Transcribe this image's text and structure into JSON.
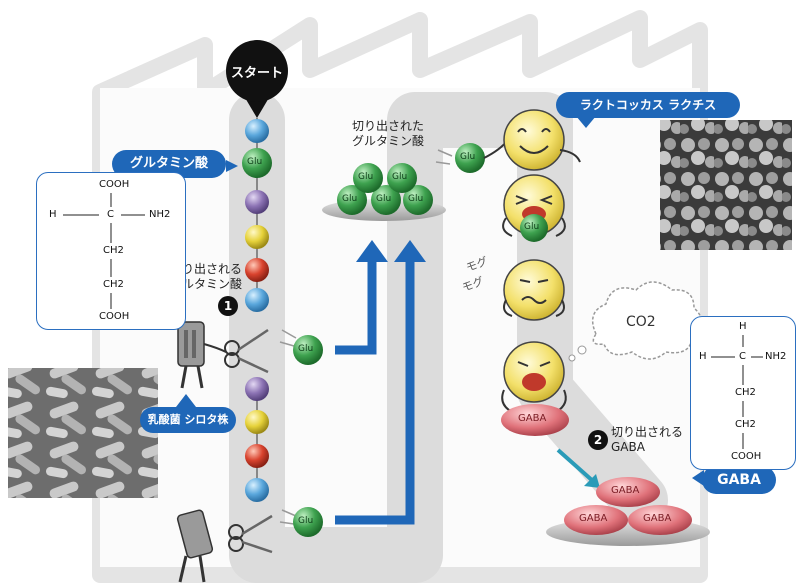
{
  "start_label": "スタート",
  "chain_labels": {
    "glutamic_acid": "グルタミン酸",
    "lactic_bacteria": "乳酸菌 シロタ株",
    "lactococcus": "ラクトコッカス ラクチス",
    "gaba_tag": "GABA"
  },
  "text_labels": {
    "excised_glu_line1": "切り出された",
    "excised_glu_line2": "グルタミン酸",
    "cut_glu_line1": "切り出される",
    "cut_glu_line2": "グルタミン酸",
    "step1_marker": "1",
    "step2_marker": "2",
    "step2_line1": "切り出される",
    "step2_line2": "GABA",
    "chewing_sound_1": "モグ",
    "chewing_sound_2": "モグ",
    "co2": "CO2"
  },
  "bead_labels": {
    "glu": "Glu",
    "gaba": "GABA"
  },
  "formula_glu": {
    "top": "COOH",
    "h": "H",
    "c": "C",
    "nh2": "NH2",
    "ch2_a": "CH2",
    "ch2_b": "CH2",
    "bottom": "COOH"
  },
  "formula_gaba": {
    "top": "H",
    "h": "H",
    "c": "C",
    "nh2": "NH2",
    "ch2_a": "CH2",
    "ch2_b": "CH2",
    "bottom": "COOH"
  },
  "colors": {
    "accent_blue": "#1f67b8",
    "path_gray": "#dcdcdc",
    "glu_green": "#3ea24f",
    "gaba_pink": "#e0727a",
    "bead_blue": "#5aa7dc",
    "bead_purple": "#8c73b4",
    "bead_yellow": "#e6d23a",
    "bead_red": "#d9432e",
    "face_yellow": "#f3e06a"
  }
}
